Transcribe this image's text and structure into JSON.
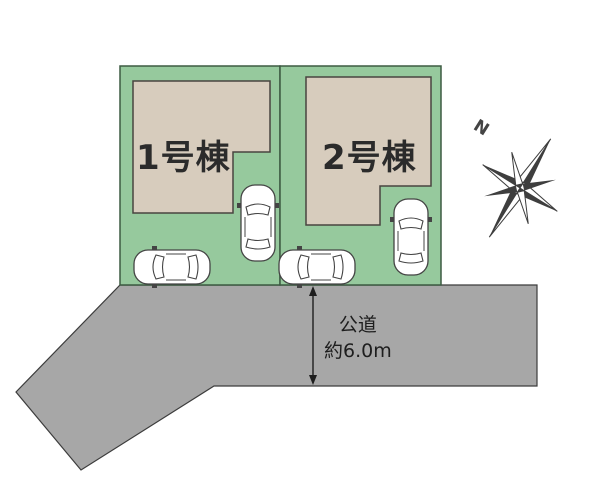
{
  "lots": [
    {
      "label": "1号棟"
    },
    {
      "label": "2号棟"
    }
  ],
  "road": {
    "name": "公道",
    "width": "約6.0m"
  },
  "compass": {
    "north_label": "N"
  },
  "colors": {
    "lot_fill": "#96c99d",
    "lot_border": "#3d5b42",
    "building_fill": "#d7ccbd",
    "building_border": "#484440",
    "road_fill": "#a7a7a7",
    "road_border": "#3c3c3c",
    "compass_dark": "#3e3e3e",
    "compass_light": "#ffffff"
  }
}
